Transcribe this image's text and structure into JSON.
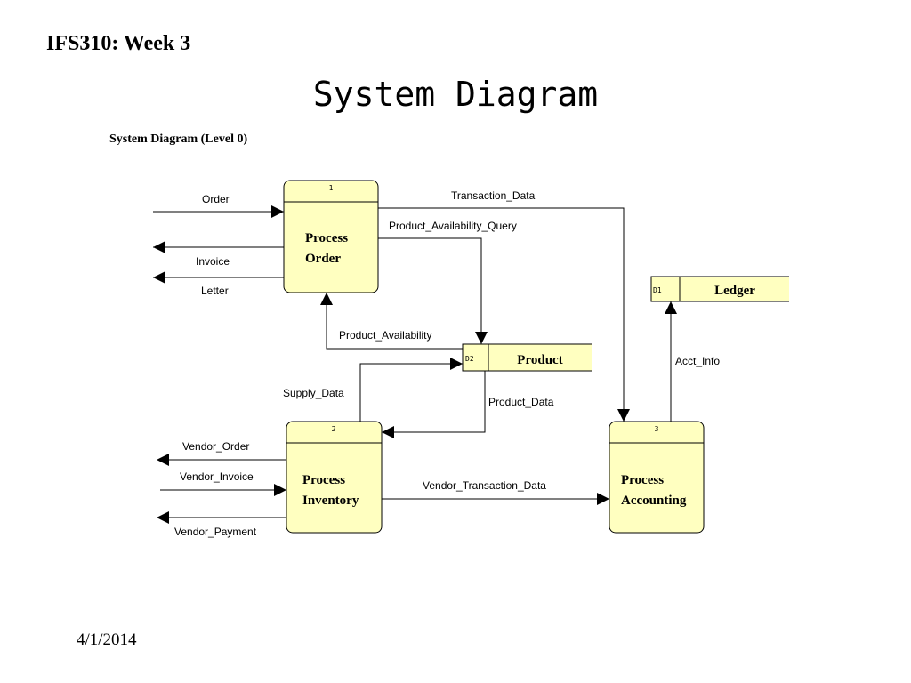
{
  "slide": {
    "course": "IFS310: Week 3",
    "title": "System Diagram",
    "date": "4/1/2014"
  },
  "diagram": {
    "subtitle": "System Diagram (Level 0)",
    "processes": [
      {
        "id": "1",
        "name_line1": "Process",
        "name_line2": "Order"
      },
      {
        "id": "2",
        "name_line1": "Process",
        "name_line2": "Inventory"
      },
      {
        "id": "3",
        "name_line1": "Process",
        "name_line2": "Accounting"
      }
    ],
    "stores": [
      {
        "id": "D1",
        "name": "Ledger"
      },
      {
        "id": "D2",
        "name": "Product"
      }
    ],
    "flows": {
      "order": "Order",
      "invoice": "Invoice",
      "letter": "Letter",
      "transaction_data": "Transaction_Data",
      "product_availability_query": "Product_Availability_Query",
      "product_availability": "Product_Availability",
      "supply_data": "Supply_Data",
      "product_data": "Product_Data",
      "acct_info": "Acct_Info",
      "vendor_order": "Vendor_Order",
      "vendor_invoice": "Vendor_Invoice",
      "vendor_payment": "Vendor_Payment",
      "vendor_transaction_data": "Vendor_Transaction_Data"
    },
    "colors": {
      "box_fill": "#ffffc0",
      "line": "#000000"
    }
  }
}
